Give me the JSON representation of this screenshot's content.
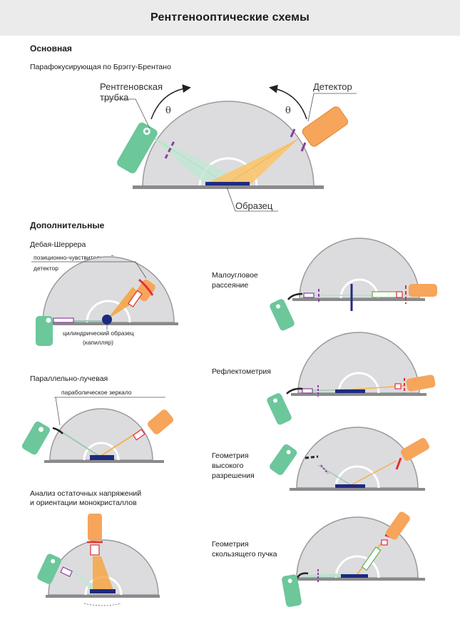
{
  "title": "Рентгенооптические схемы",
  "main": {
    "heading": "Основная",
    "scheme": "Парафокусирующая по Брэггу-Брентано",
    "label_tube_l1": "Рентгеновская",
    "label_tube_l2": "трубка",
    "label_detector": "Детектор",
    "label_sample": "Образец",
    "theta": "θ"
  },
  "additional": {
    "heading": "Дополнительные",
    "debye": {
      "title": "Дебая-Шеррера",
      "psd_l1": "позиционно-чувствительный",
      "psd_l2": "детектор",
      "sample_l1": "цилиндрический образец",
      "sample_l2": "(капилляр)"
    },
    "parallel": {
      "title": "Параллельно-лучевая",
      "mirror": "параболическое зеркало"
    },
    "stress": {
      "title_l1": "Анализ остаточных напряжений",
      "title_l2": "и ориентации монокристаллов"
    },
    "saxs": {
      "l1": "Малоугловое",
      "l2": "рассеяние"
    },
    "reflect": {
      "l1": "Рефлектометрия"
    },
    "hires": {
      "l1": "Геометрия",
      "l2": "высокого",
      "l3": "разрешения"
    },
    "grazing": {
      "l1": "Геометрия",
      "l2": "скользящего пучка"
    }
  },
  "colors": {
    "tube": "#6cc79b",
    "detector": "#f6a55a",
    "sample": "#1e2a80",
    "slit": "#8a3fa0",
    "slit_red": "#e0303a",
    "dome": "#dcdcde",
    "base": "#8a8a8d",
    "beam_green": "#b9e2cc",
    "beam_orange": "#f7b24e"
  },
  "icons": {
    "tube": "x-ray-tube-icon",
    "detector": "detector-icon",
    "arrow": "rotation-arrow-icon"
  }
}
